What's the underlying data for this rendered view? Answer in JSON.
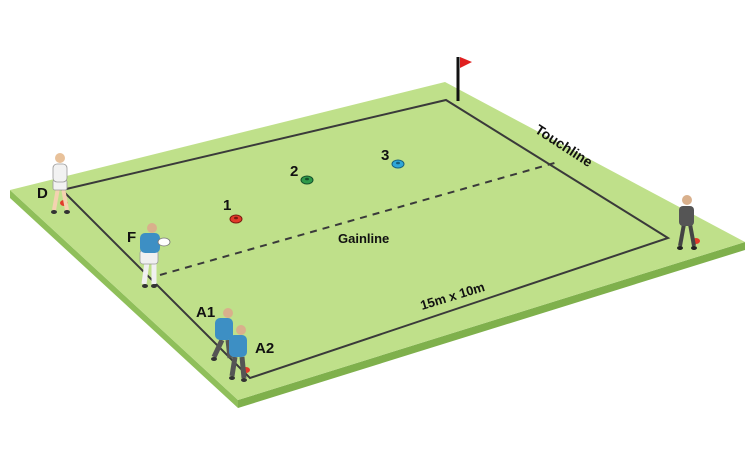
{
  "labels": {
    "defender": "D",
    "feeder": "F",
    "attacker_1": "A1",
    "attacker_2": "A2",
    "cone_1": "1",
    "cone_2": "2",
    "cone_3": "3",
    "gainline": "Gainline",
    "touchline": "Touchline",
    "dimensions": "15m x 10m"
  },
  "colors": {
    "grass_top": "#bfe08a",
    "grass_side": "#8fbf5a",
    "lines": "#3a3a3a",
    "cone_1": "#e23a2a",
    "cone_2": "#2e9a4a",
    "cone_3": "#2ea6d8",
    "flag": "#e02020",
    "attacker_kit": "#3d8fc4",
    "defender_kit": "#f2f2f2",
    "coach_kit": "#555555"
  },
  "icons": [
    "corner-flag-icon",
    "cone-icon",
    "ball-icon",
    "player-icon"
  ]
}
